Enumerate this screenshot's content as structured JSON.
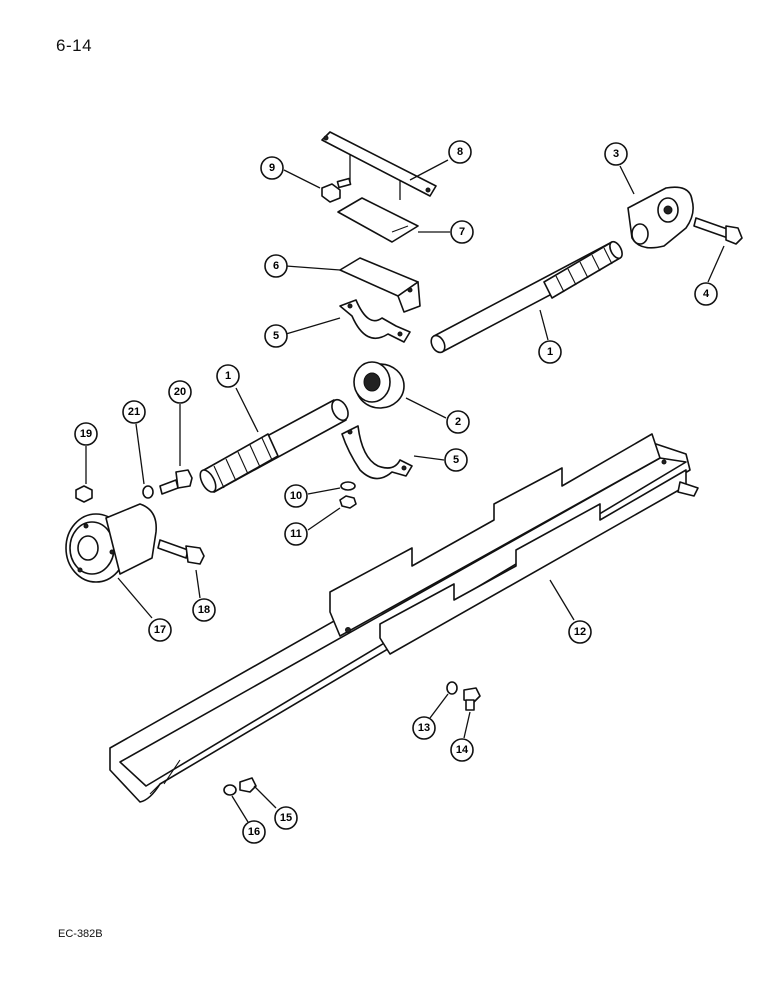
{
  "page_number": "6-14",
  "figure_code": "EC-382B",
  "callouts": [
    {
      "label": "1"
    },
    {
      "label": "1"
    },
    {
      "label": "2"
    },
    {
      "label": "3"
    },
    {
      "label": "4"
    },
    {
      "label": "5"
    },
    {
      "label": "5"
    },
    {
      "label": "6"
    },
    {
      "label": "7"
    },
    {
      "label": "8"
    },
    {
      "label": "9"
    },
    {
      "label": "10"
    },
    {
      "label": "11"
    },
    {
      "label": "12"
    },
    {
      "label": "13"
    },
    {
      "label": "14"
    },
    {
      "label": "15"
    },
    {
      "label": "16"
    },
    {
      "label": "17"
    },
    {
      "label": "18"
    },
    {
      "label": "19"
    },
    {
      "label": "20"
    },
    {
      "label": "21"
    }
  ]
}
